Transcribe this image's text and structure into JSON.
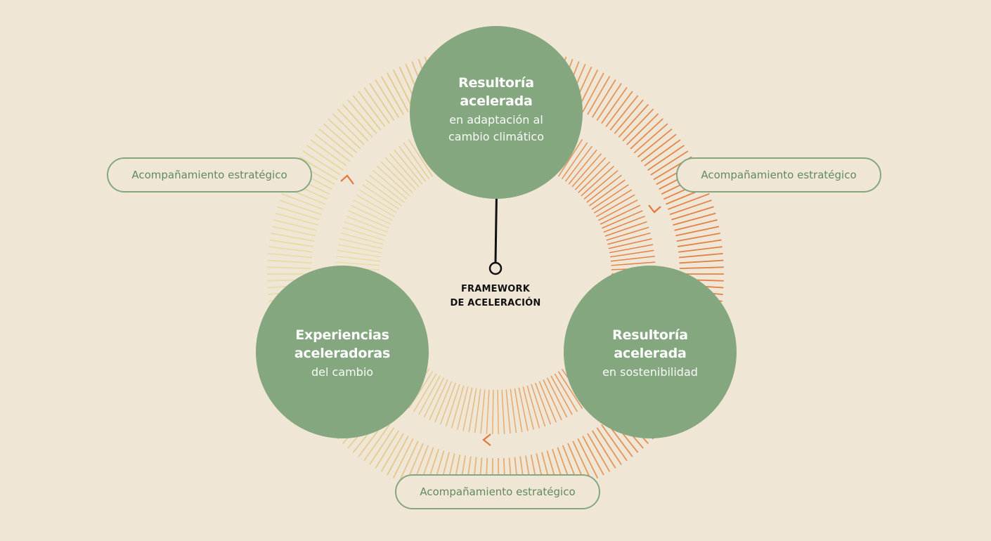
{
  "diagram": {
    "center_label": {
      "line1": "FRAMEWORK",
      "line2": "DE ACELERACIÓN"
    },
    "nodes": {
      "top": {
        "title_line1": "Resultoría",
        "title_line2": "acelerada",
        "sub_line1": "en adaptación al",
        "sub_line2": "cambio climático"
      },
      "left": {
        "title_line1": "Experiencias",
        "title_line2": "aceleradoras",
        "sub_line1": "del cambio"
      },
      "right": {
        "title_line1": "Resultoría",
        "title_line2": "acelerada",
        "sub_line1": "en sostenibilidad"
      }
    },
    "pills": {
      "left": "Acompañamiento estratégico",
      "right": "Acompañamiento estratégico",
      "bottom": "Acompañamiento estratégico"
    }
  },
  "colors": {
    "background": "#efe6d6",
    "node_fill": "#85a780",
    "pill_border": "#85a780",
    "pill_text": "#5f8a5e",
    "gradient_start": "#e6e1a8",
    "gradient_end": "#e2783a",
    "pointer": "#111111"
  }
}
